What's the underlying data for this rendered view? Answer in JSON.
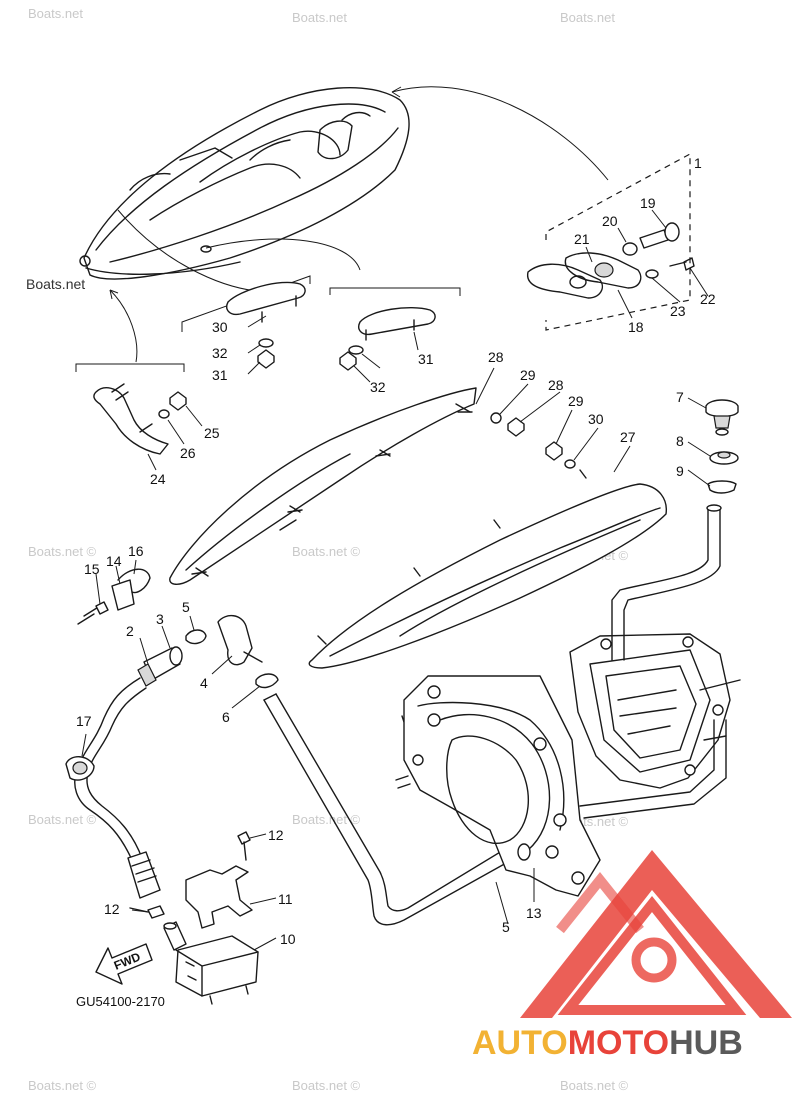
{
  "watermarks": [
    "Boats.net",
    "Boats.net",
    "Boats.net",
    "Boats.net",
    "Boats.net ©",
    "Boats.net ©",
    "Boats.net ©",
    "Boats.net ©",
    "Boats.net ©",
    "Boats.net ©",
    "Boats.net ©",
    "Boats.net ©",
    "Boats.net ©"
  ],
  "callouts": [
    "1",
    "2",
    "3",
    "4",
    "5",
    "5",
    "6",
    "7",
    "8",
    "9",
    "10",
    "11",
    "12",
    "12",
    "13",
    "14",
    "15",
    "16",
    "17",
    "18",
    "19",
    "20",
    "21",
    "22",
    "23",
    "24",
    "25",
    "26",
    "27",
    "28",
    "28",
    "29",
    "29",
    "30",
    "30",
    "31",
    "31",
    "32",
    "32"
  ],
  "diagram_code": "GU54100-2170",
  "fwd_label": "FWD",
  "logo": {
    "part1": "AUTO",
    "part2": "MOTO",
    "part3": "HUB"
  },
  "colors": {
    "logo_red": "#e8433a",
    "logo_orange": "#f2b233",
    "logo_gray": "#5a5a5a",
    "watermark": "#c9c9c9"
  }
}
